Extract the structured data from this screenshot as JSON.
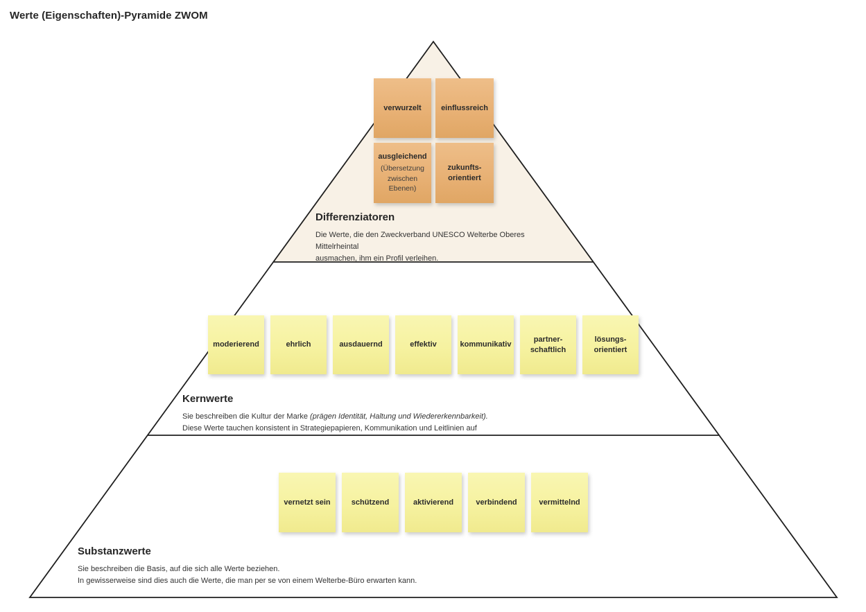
{
  "title": "Werte (Eigenschaften)-Pyramide ZWOM",
  "colors": {
    "background": "#ffffff",
    "outline": "#1f1f1f",
    "top_section_fill": "#f8f1e6",
    "orange_note": "#e8b175",
    "yellow_note": "#f6f2a0"
  },
  "levels": {
    "differentiators": {
      "heading": "Differenziatoren",
      "description_line1": "Die Werte, die den Zweckverband UNESCO Welterbe Oberes Mittelrheintal",
      "description_line2": "ausmachen, ihm ein Profil verleihen.",
      "notes": [
        {
          "label": "verwurzelt"
        },
        {
          "label": "einflussreich"
        },
        {
          "label": "ausgleichend",
          "sublabel": "(Übersetzung\nzwischen\nEbenen)"
        },
        {
          "label": "zukunfts-\norientiert"
        }
      ]
    },
    "core_values": {
      "heading": "Kernwerte",
      "description_line1_regular": "Sie beschreiben die Kultur der Marke ",
      "description_line1_italic": "(prägen Identität, Haltung und Wiedererkennbarkeit).",
      "description_line2": "Diese Werte tauchen konsistent in Strategiepapieren, Kommunikation und Leitlinien auf",
      "notes": [
        {
          "label": "moderierend"
        },
        {
          "label": "ehrlich"
        },
        {
          "label": "ausdauernd"
        },
        {
          "label": "effektiv"
        },
        {
          "label": "kommunikativ"
        },
        {
          "label": "partner-\nschaftlich"
        },
        {
          "label": "lösungs-\norientiert"
        }
      ]
    },
    "substance_values": {
      "heading": "Substanzwerte",
      "description_line1": "Sie beschreiben die Basis, auf die sich alle Werte beziehen.",
      "description_line2": "In gewisserweise sind dies auch die Werte, die man per se von einem Welterbe-Büro erwarten kann.",
      "notes": [
        {
          "label": "vernetzt sein"
        },
        {
          "label": "schützend"
        },
        {
          "label": "aktivierend"
        },
        {
          "label": "verbindend"
        },
        {
          "label": "vermittelnd"
        }
      ]
    }
  }
}
